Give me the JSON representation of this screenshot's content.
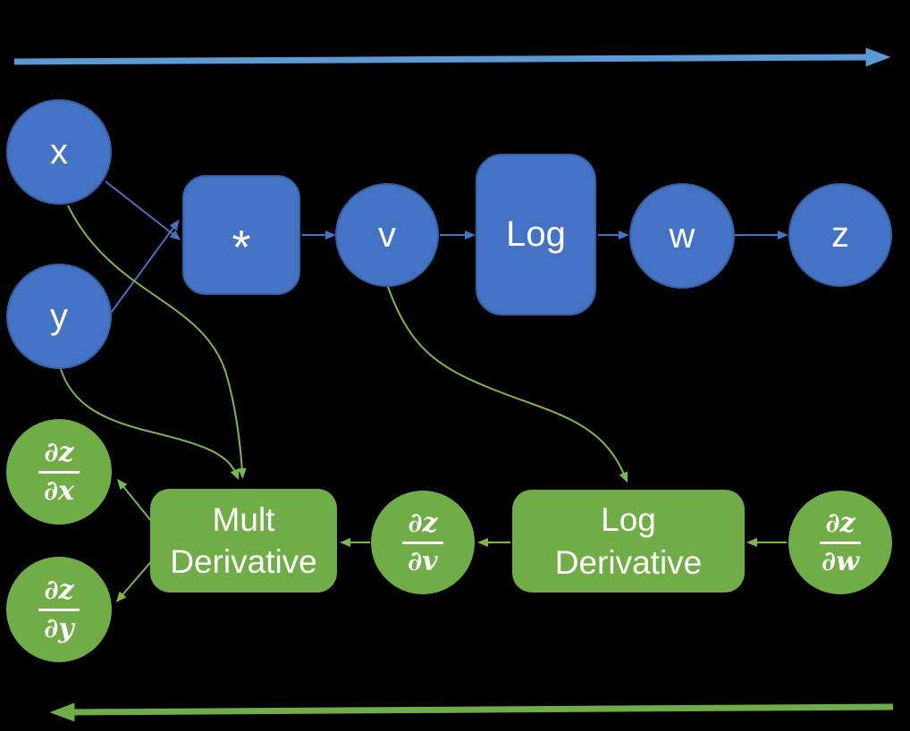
{
  "diagram": {
    "type": "computational-graph-forward-backward-pass",
    "nodes": {
      "x": {
        "label": "x"
      },
      "y": {
        "label": "y"
      },
      "mult_op": {
        "label": "*"
      },
      "v": {
        "label": "v"
      },
      "log_op": {
        "label": "Log"
      },
      "w": {
        "label": "w"
      },
      "z": {
        "label": "z"
      },
      "mult_derivative": {
        "line1": "Mult",
        "line2": "Derivative"
      },
      "log_derivative": {
        "line1": "Log",
        "line2": "Derivative"
      },
      "dz_dx": {
        "numerator": "∂z",
        "denominator": "∂x"
      },
      "dz_dy": {
        "numerator": "∂z",
        "denominator": "∂y"
      },
      "dz_dv": {
        "numerator": "∂z",
        "denominator": "∂v"
      },
      "dz_dw": {
        "numerator": "∂z",
        "denominator": "∂w"
      }
    },
    "edges": [
      {
        "from": "x",
        "to": "mult_op",
        "style": "blue-line"
      },
      {
        "from": "y",
        "to": "mult_op",
        "style": "blue-line"
      },
      {
        "from": "mult_op",
        "to": "v",
        "style": "blue-line"
      },
      {
        "from": "v",
        "to": "log_op",
        "style": "blue-line"
      },
      {
        "from": "log_op",
        "to": "w",
        "style": "blue-line"
      },
      {
        "from": "w",
        "to": "z",
        "style": "blue-line"
      },
      {
        "from": "x",
        "to": "mult_derivative",
        "style": "green-curve"
      },
      {
        "from": "y",
        "to": "mult_derivative",
        "style": "green-curve"
      },
      {
        "from": "v",
        "to": "log_derivative",
        "style": "green-curve"
      },
      {
        "from": "dz_dw",
        "to": "log_derivative",
        "style": "green-line"
      },
      {
        "from": "log_derivative",
        "to": "dz_dv",
        "style": "green-line"
      },
      {
        "from": "dz_dv",
        "to": "mult_derivative",
        "style": "green-line"
      },
      {
        "from": "mult_derivative",
        "to": "dz_dx",
        "style": "green-line"
      },
      {
        "from": "mult_derivative",
        "to": "dz_dy",
        "style": "green-line"
      }
    ],
    "flows": {
      "forward": {
        "direction": "left-to-right",
        "position": "top"
      },
      "backward": {
        "direction": "right-to-left",
        "position": "bottom"
      }
    }
  },
  "colors": {
    "background": "#000000",
    "node_blue": "#4472C4",
    "node_blue_border": "#3561A8",
    "blue_connector": "#4472C4",
    "forward_arrow": "#5B9BD5",
    "node_green": "#70AD47",
    "green_connector": "#7DB84E",
    "backward_arrow": "#70AD47",
    "text": "#FFFFFF"
  }
}
